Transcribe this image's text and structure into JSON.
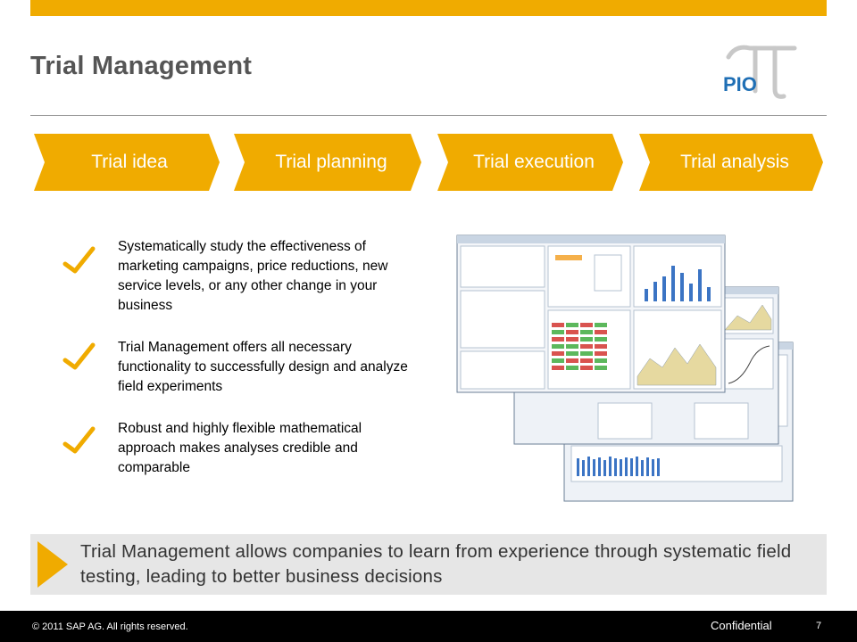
{
  "header": {
    "title": "Trial Management",
    "logo_text": "PIO",
    "accent_color": "#f0ab00",
    "logo_blue": "#1f6fb5"
  },
  "process": {
    "steps": [
      {
        "label": "Trial idea"
      },
      {
        "label": "Trial planning"
      },
      {
        "label": "Trial execution"
      },
      {
        "label": "Trial analysis"
      }
    ]
  },
  "bullets": [
    {
      "icon": "checkmark-icon",
      "text": "Systematically study the effectiveness of marketing campaigns, price reductions, new service levels, or any other change in your business"
    },
    {
      "icon": "checkmark-icon",
      "text": "Trial Management offers all necessary functionality to successfully design and analyze field experiments"
    },
    {
      "icon": "checkmark-icon",
      "text": "Robust and highly flexible mathematical approach makes analyses credible and comparable"
    }
  ],
  "summary": {
    "icon": "play-arrow-icon",
    "text": "Trial Management allows companies to learn from experience through systematic field testing, leading to better business decisions"
  },
  "footer": {
    "copyright": "© 2011 SAP AG. All rights reserved.",
    "confidential": "Confidential",
    "page": "7"
  }
}
